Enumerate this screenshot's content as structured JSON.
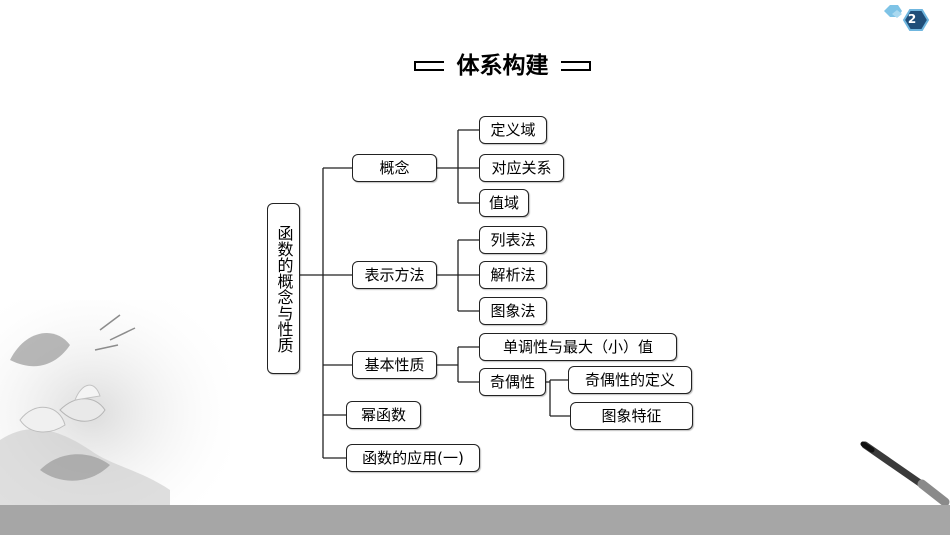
{
  "page_number": "2",
  "title": "体系构建",
  "diagram": {
    "root": "函数的概念与性质",
    "branches": [
      {
        "label": "概念",
        "children": [
          "定义域",
          "对应关系",
          "值域"
        ]
      },
      {
        "label": "表示方法",
        "children": [
          "列表法",
          "解析法",
          "图象法"
        ]
      },
      {
        "label": "基本性质",
        "children": [
          {
            "label": "单调性与最大（小）值"
          },
          {
            "label": "奇偶性",
            "children": [
              "奇偶性的定义",
              "图象特征"
            ]
          }
        ]
      },
      {
        "label": "幂函数"
      },
      {
        "label": "函数的应用(一)"
      }
    ]
  },
  "colors": {
    "bottom_band": "#a6a6a6",
    "badge": "#1f4e79",
    "badge_accent": "#7ec3e6"
  }
}
